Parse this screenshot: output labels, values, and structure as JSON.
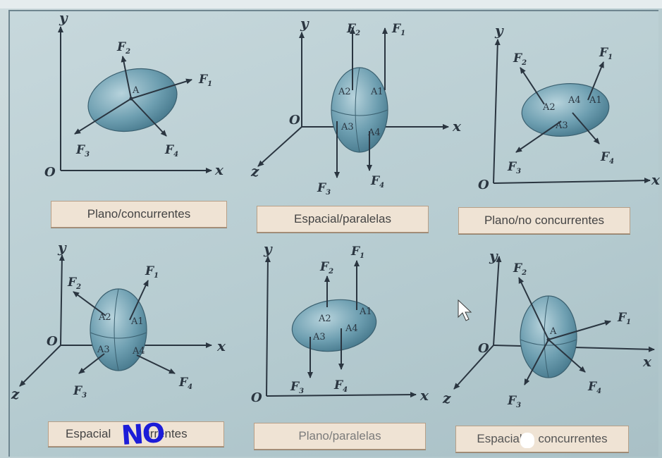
{
  "panels": [
    {
      "caption": "Plano/concurrentes",
      "forces": [
        "F",
        "F",
        "F",
        "F"
      ],
      "force_subs": [
        "1",
        "2",
        "3",
        "4"
      ],
      "points": [
        "A"
      ],
      "axes": [
        "x",
        "y"
      ],
      "origin": "O"
    },
    {
      "caption": "Espacial/paralelas",
      "forces": [
        "F",
        "F",
        "F",
        "F"
      ],
      "force_subs": [
        "1",
        "2",
        "3",
        "4"
      ],
      "points": [
        "A2",
        "A1",
        "A3",
        "A4"
      ],
      "axes": [
        "x",
        "y",
        "z"
      ],
      "origin": "O"
    },
    {
      "caption": "Plano/no concurrentes",
      "forces": [
        "F",
        "F",
        "F",
        "F"
      ],
      "force_subs": [
        "1",
        "2",
        "3",
        "4"
      ],
      "points": [
        "A1",
        "A2",
        "A3",
        "A4"
      ],
      "axes": [
        "x",
        "y"
      ],
      "origin": "O"
    },
    {
      "caption_left": "Espacial",
      "caption_right": "urrentes",
      "forces": [
        "F",
        "F",
        "F",
        "F"
      ],
      "force_subs": [
        "1",
        "2",
        "3",
        "4"
      ],
      "points": [
        "A2",
        "A1",
        "A3",
        "A4"
      ],
      "axes": [
        "x",
        "y",
        "z"
      ],
      "origin": "O"
    },
    {
      "caption": "Plano/paralelas",
      "forces": [
        "F",
        "F",
        "F",
        "F"
      ],
      "force_subs": [
        "1",
        "2",
        "3",
        "4"
      ],
      "points": [
        "A2",
        "A1",
        "A3",
        "A4"
      ],
      "axes": [
        "x",
        "y"
      ],
      "origin": "O"
    },
    {
      "caption_left": "Espacial/",
      "caption_right": " concurrentes",
      "forces": [
        "F",
        "F",
        "F",
        "F"
      ],
      "force_subs": [
        "1",
        "2",
        "3",
        "4"
      ],
      "points": [
        "A"
      ],
      "axes": [
        "x",
        "y",
        "z"
      ],
      "origin": "O"
    }
  ],
  "handwriting": {
    "text": "NO",
    "color": "#1c1cd8"
  },
  "colors": {
    "ellipse_fill": "#5f93a7",
    "ellipse_light": "#a7c7d2",
    "ink": "#2a3540",
    "caption_bg": "#efe3d4",
    "caption_border": "#b79f87"
  },
  "icons": [
    "mouse-cursor-icon"
  ]
}
